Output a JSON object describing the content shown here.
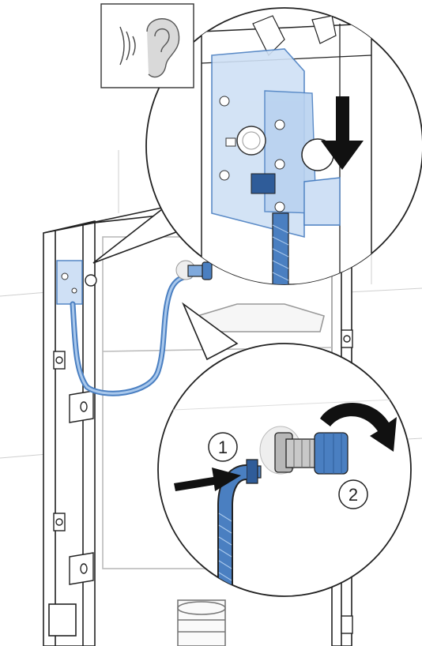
{
  "illustration": {
    "figure": "installation-diagram",
    "sound_hint": {
      "icon": "ear-icon"
    },
    "callouts": {
      "step_1": {
        "number": "1",
        "icon": "arrow-push-icon"
      },
      "step_2": {
        "number": "2",
        "icon": "arrow-rotate-icon"
      },
      "detail_top": {
        "icon": "arrow-down-icon"
      }
    },
    "colors": {
      "line": "#222222",
      "hose_blue": "#4a7fc1",
      "hose_light": "#a9c8ec",
      "panel_blue": "#7fa9dc",
      "panel_fill": "#cfe0f5",
      "fitting_gray": "#b7b7b7",
      "background": "#ffffff"
    }
  }
}
